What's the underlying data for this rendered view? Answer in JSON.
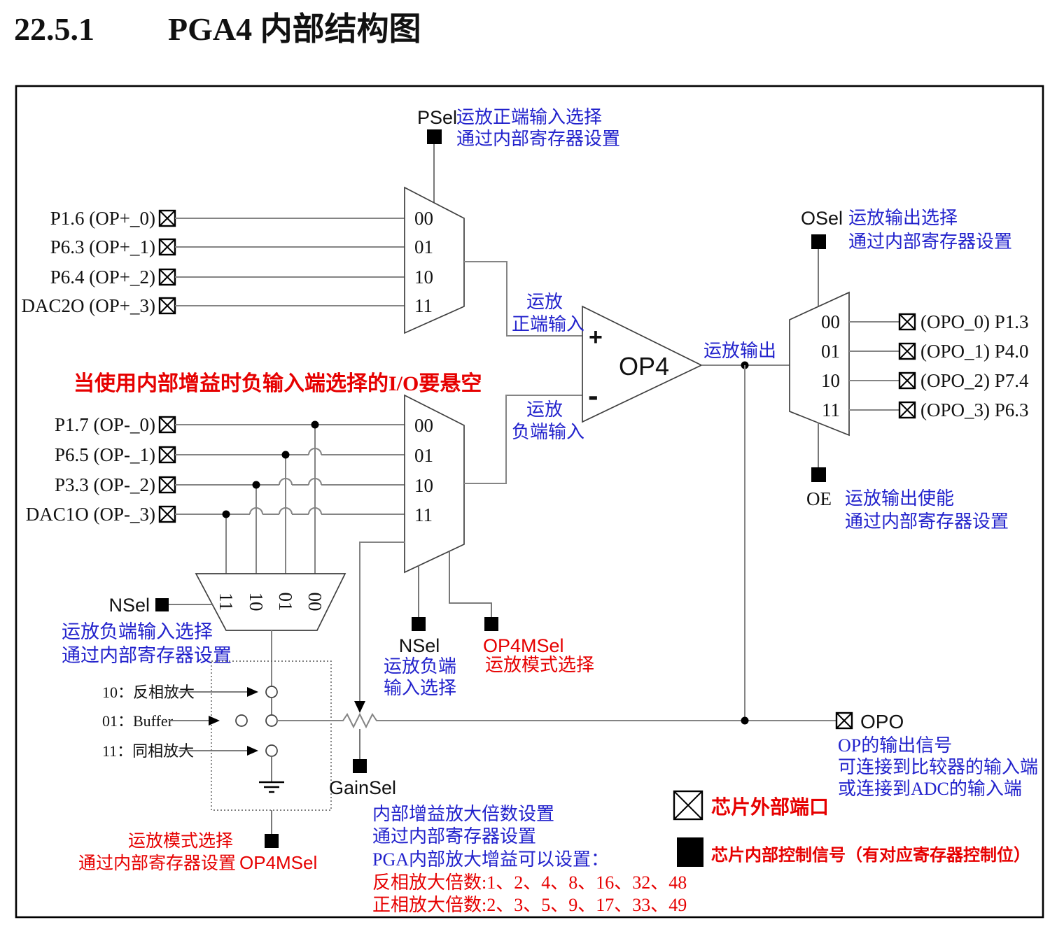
{
  "colors": {
    "accent_blue": "#2222cc",
    "accent_red": "#e60000"
  },
  "title": {
    "section": "22.5.1",
    "heading": "PGA4 内部结构图"
  },
  "psel": {
    "label": "PSel",
    "desc1": "运放正端输入选择",
    "desc2": "通过内部寄存器设置"
  },
  "pos_inputs": [
    "P1.6 (OP+_0)",
    "P6.3 (OP+_1)",
    "P6.4 (OP+_2)",
    "DAC2O (OP+_3)"
  ],
  "neg_inputs": [
    "P1.7 (OP-_0)",
    "P6.5 (OP-_1)",
    "P3.3 (OP-_2)",
    "DAC1O (OP-_3)"
  ],
  "pmux_codes": [
    "00",
    "01",
    "10",
    "11"
  ],
  "nmux_codes": [
    "00",
    "01",
    "10",
    "11"
  ],
  "nsel_mux_codes": [
    "11",
    "10",
    "01",
    "00"
  ],
  "omux_codes": [
    "00",
    "01",
    "10",
    "11"
  ],
  "warning": "当使用内部增益时负输入端选择的I/O要悬空",
  "opamp": {
    "name": "OP4",
    "plus": "+",
    "minus": "-",
    "pos_label1": "运放",
    "pos_label2": "正端输入",
    "neg_label1": "运放",
    "neg_label2": "负端输入",
    "out_label": "运放输出"
  },
  "osel": {
    "label": "OSel",
    "desc1": "运放输出选择",
    "desc2": "通过内部寄存器设置"
  },
  "oe": {
    "label": "OE",
    "desc1": "运放输出使能",
    "desc2": "通过内部寄存器设置"
  },
  "outputs": [
    "(OPO_0) P1.3",
    "(OPO_1) P4.0",
    "(OPO_2) P7.4",
    "(OPO_3) P6.3"
  ],
  "nsel_left": {
    "label": "NSel",
    "desc1": "运放负端输入选择",
    "desc2": "通过内部寄存器设置"
  },
  "nsel_mid": {
    "label": "NSel",
    "desc1": "运放负端",
    "desc2": "输入选择"
  },
  "op4msel_mid": {
    "label": "OP4MSel",
    "desc": "运放模式选择"
  },
  "modes": [
    "10：反相放大",
    "01：Buffer",
    "11：同相放大"
  ],
  "mode_note": {
    "line1": "运放模式选择",
    "line2": "通过内部寄存器设置",
    "signal": "OP4MSel"
  },
  "gainsel": {
    "label": "GainSel"
  },
  "opo": {
    "label": "OPO",
    "desc1": "OP的输出信号",
    "desc2": "可连接到比较器的输入端",
    "desc3": "或连接到ADC的输入端"
  },
  "legend": {
    "external": "芯片外部端口",
    "internal": "芯片内部控制信号（有对应寄存器控制位）"
  },
  "gain_note": {
    "line1": "内部增益放大倍数设置",
    "line2": "通过内部寄存器设置",
    "line3": "PGA内部放大增益可以设置：",
    "line4": "反相放大倍数:1、2、4、8、16、32、48",
    "line5": "正相放大倍数:2、3、5、9、17、33、49"
  }
}
